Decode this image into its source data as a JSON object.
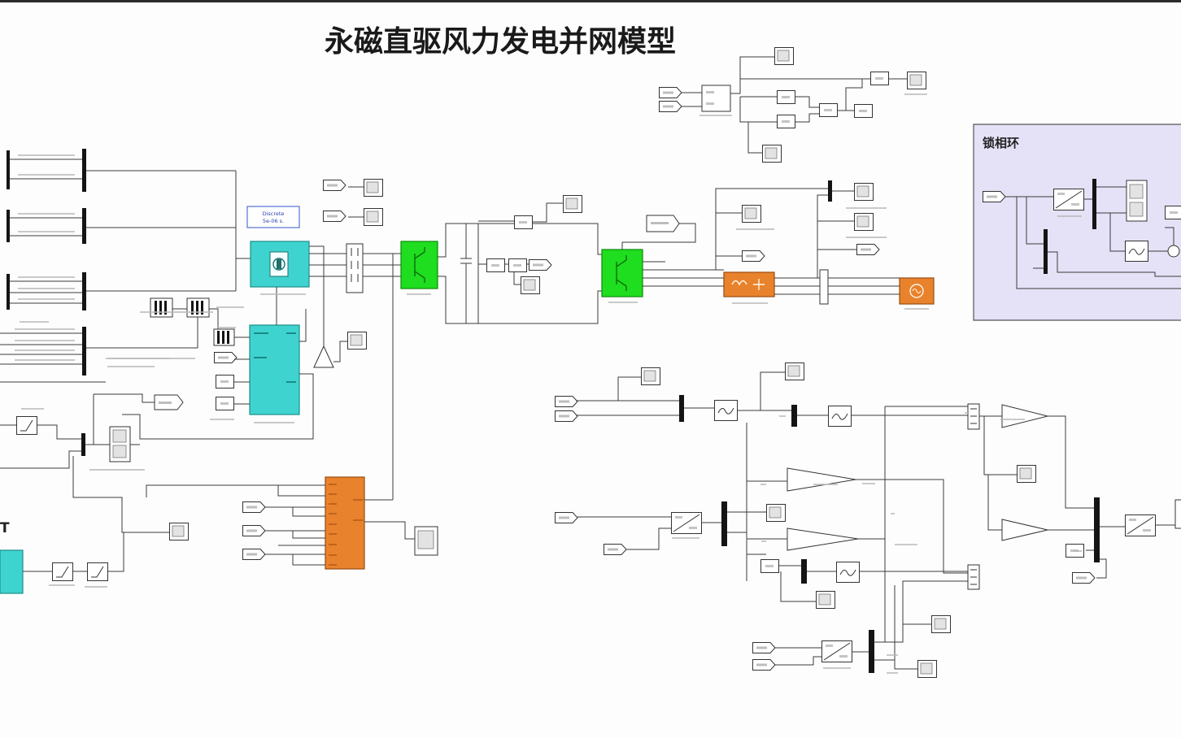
{
  "window": {
    "title": "永磁直驱风力发电并网模型"
  },
  "subsystems": {
    "pll": {
      "label": "锁相环"
    }
  },
  "powergui": {
    "mode": "Discrete",
    "sample_time": "5e-06 s."
  },
  "edge_fragments": {
    "left_label": "T"
  },
  "colors": {
    "canvas": "#fdfdfd",
    "machine_block": "#3fd3cf",
    "converter_block": "#1fdd1f",
    "filter_block": "#e8822c",
    "subsystem_fill": "#e5e1f7"
  }
}
